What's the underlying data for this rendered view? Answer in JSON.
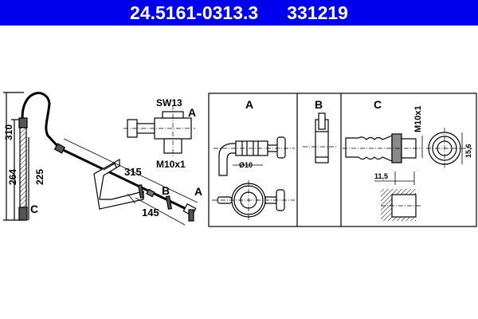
{
  "header": {
    "part_number": "24.5161-0313.3",
    "ref_number": "331219",
    "background_color": "#0000ee"
  },
  "main_drawing": {
    "dimensions": {
      "total_height": "310",
      "height_264": "264",
      "height_225": "225",
      "length_315": "315",
      "length_145": "145"
    },
    "labels": {
      "end_c": "C",
      "point_b": "B",
      "point_a": "A"
    },
    "fitting_detail": {
      "wrench_size": "SW13",
      "label": "A",
      "thread": "M10x1"
    }
  },
  "detail_panels": [
    {
      "id": "A",
      "label": "A",
      "dimension": "Ø10"
    },
    {
      "id": "B",
      "label": "B"
    },
    {
      "id": "C",
      "label": "C",
      "thread": "M10x1",
      "diameter": "15,6",
      "depth": "11,5"
    }
  ]
}
